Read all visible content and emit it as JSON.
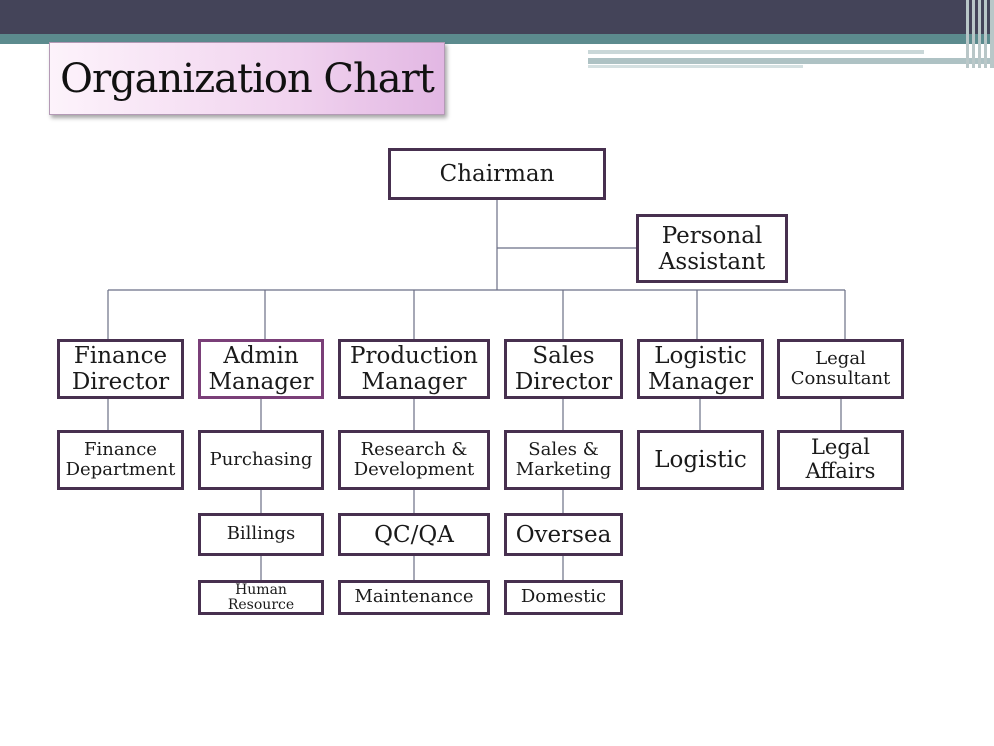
{
  "slide": {
    "title": "Organization Chart"
  },
  "theme": {
    "top_bar_color": "#444459",
    "band_color": "#5c8b8e",
    "box_border_color": "#47304f",
    "connector_color": "#6b6f86"
  },
  "nodes": {
    "chairman": "Chairman",
    "personal_assistant": "Personal\nAssistant",
    "finance_director": "Finance\nDirector",
    "admin_manager": "Admin\nManager",
    "production_manager": "Production\nManager",
    "sales_director": "Sales\nDirector",
    "logistic_manager": "Logistic\nManager",
    "legal_consultant": "Legal\nConsultant",
    "finance_department": "Finance\nDepartment",
    "purchasing": "Purchasing",
    "billings": "Billings",
    "human_resource": "Human\nResource",
    "research_development": "Research &\nDevelopment",
    "qc_qa": "QC/QA",
    "maintenance": "Maintenance",
    "sales_marketing": "Sales &\nMarketing",
    "oversea": "Oversea",
    "domestic": "Domestic",
    "logistic": "Logistic",
    "legal_affairs": "Legal\nAffairs"
  }
}
